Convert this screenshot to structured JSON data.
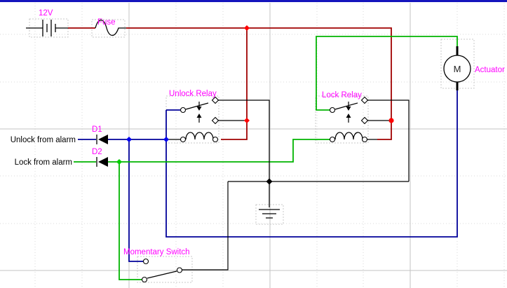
{
  "window": {
    "top_edge_color": "#1414bd"
  },
  "diagram": {
    "type": "circuit-schematic",
    "grid": {
      "minor_color": "#d9d9d9",
      "major_color": "#c3c3c3"
    },
    "label_color": "#ff00ff",
    "wire_colors": {
      "supply_12v": "#a00000",
      "unlock_signal": "#000099",
      "lock_signal": "#00b400",
      "plain": "#000000"
    },
    "junction_colors": {
      "red": "#ff0000",
      "blue": "#0000ee",
      "green": "#00cc00",
      "black": "#000000"
    },
    "components": {
      "battery": {
        "label": "12V"
      },
      "fuse": {
        "label": "Fuse"
      },
      "unlock_relay": {
        "label": "Unlock Relay"
      },
      "lock_relay": {
        "label": "Lock Relay"
      },
      "actuator": {
        "label": "Actuator",
        "symbol": "M"
      },
      "d1": {
        "label": "D1"
      },
      "d2": {
        "label": "D2"
      },
      "momentary_switch": {
        "label": "Momentary Switch"
      }
    },
    "inputs": {
      "unlock": {
        "label": "Unlock from alarm"
      },
      "lock": {
        "label": "Lock from alarm"
      }
    }
  }
}
